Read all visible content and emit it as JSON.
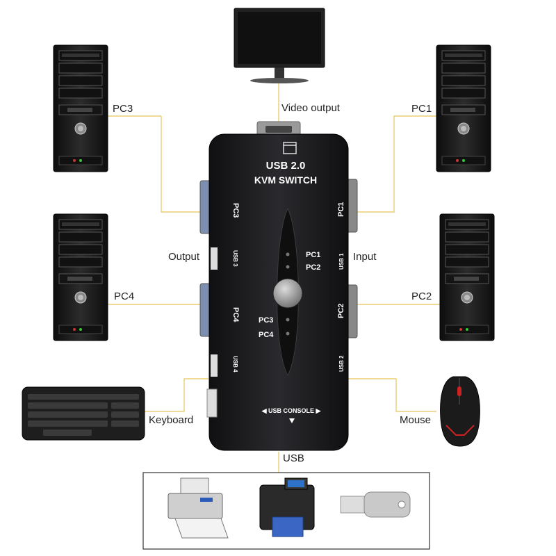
{
  "labels": {
    "video_output": "Video output",
    "pc1": "PC1",
    "pc2": "PC2",
    "pc3": "PC3",
    "pc4": "PC4",
    "output": "Output",
    "input": "Input",
    "keyboard": "Keyboard",
    "mouse": "Mouse",
    "usb": "USB"
  },
  "kvm": {
    "line1": "USB 2.0",
    "line2": "KVM SWITCH",
    "port_pc1": "PC1",
    "port_pc2": "PC2",
    "port_pc3": "PC3",
    "port_pc4": "PC4",
    "port_usb1": "USB 1",
    "port_usb2": "USB 2",
    "port_usb3": "USB 3",
    "port_usb4": "USB 4",
    "led_pc1": "PC1",
    "led_pc2": "PC2",
    "led_pc3": "PC3",
    "led_pc4": "PC4",
    "console": "◀ USB CONSOLE ▶"
  },
  "colors": {
    "connector_line": "#e6c45a",
    "kvm_body": "#1c1c1e",
    "pc_tower": "#1a1a1a"
  }
}
